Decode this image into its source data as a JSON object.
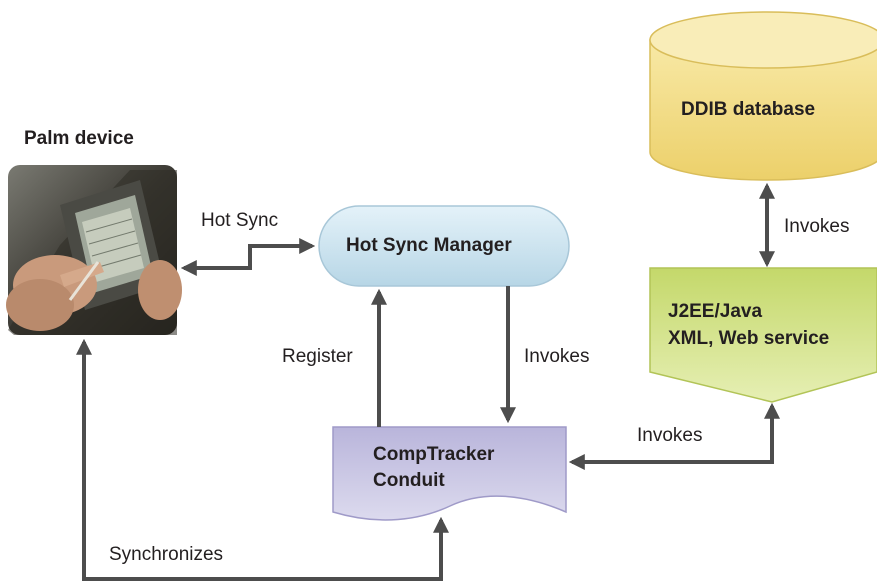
{
  "nodes": {
    "palm_device": {
      "title": "Palm device"
    },
    "hot_sync_manager": {
      "label": "Hot Sync Manager"
    },
    "comptracker_conduit": {
      "line1": "CompTracker",
      "line2": "Conduit"
    },
    "ddib_database": {
      "label": "DDIB database"
    },
    "j2ee": {
      "line1": "J2EE/Java",
      "line2": "XML, Web service"
    }
  },
  "edges": {
    "palm_hotsync": "Hot Sync",
    "conduit_register": "Register",
    "manager_invokes": "Invokes",
    "db_invokes": "Invokes",
    "j2ee_conduit_invokes": "Invokes",
    "synchronizes": "Synchronizes"
  },
  "colors": {
    "arrow": "#4d4d4d",
    "text": "#231f20",
    "manager_fill": "#cfe6f2",
    "conduit_fill": "#c9c6e4",
    "database_fill": "#f3dc82",
    "j2ee_fill": "#d3e38a"
  }
}
